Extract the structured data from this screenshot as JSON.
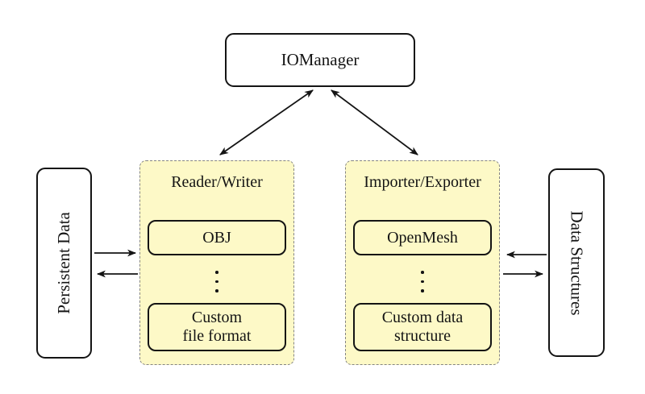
{
  "diagram": {
    "colors": {
      "background": "#ffffff",
      "group_fill": "#fdf9c7",
      "group_border": "#848484",
      "outline": "#141414",
      "arrow": "#141414"
    },
    "nodes": {
      "iomanager": {
        "label": "IOManager"
      },
      "persistent_data": {
        "label": "Persistent Data"
      },
      "data_structures": {
        "label": "Data Structures"
      },
      "reader_writer": {
        "title": "Reader/Writer",
        "items": [
          {
            "lines": [
              "OBJ"
            ]
          },
          {
            "lines": [
              "Custom",
              "file format"
            ]
          }
        ]
      },
      "importer_exporter": {
        "title": "Importer/Exporter",
        "items": [
          {
            "lines": [
              "OpenMesh"
            ]
          },
          {
            "lines": [
              "Custom data",
              "structure"
            ]
          }
        ]
      }
    },
    "edges": [
      {
        "from": "IOManager",
        "to": "Reader/Writer",
        "style": "double-headed"
      },
      {
        "from": "IOManager",
        "to": "Importer/Exporter",
        "style": "double-headed"
      },
      {
        "from": "Persistent Data",
        "to": "Reader/Writer",
        "style": "single"
      },
      {
        "from": "Reader/Writer",
        "to": "Persistent Data",
        "style": "single"
      },
      {
        "from": "Data Structures",
        "to": "Importer/Exporter",
        "style": "single"
      },
      {
        "from": "Importer/Exporter",
        "to": "Data Structures",
        "style": "single"
      }
    ]
  }
}
